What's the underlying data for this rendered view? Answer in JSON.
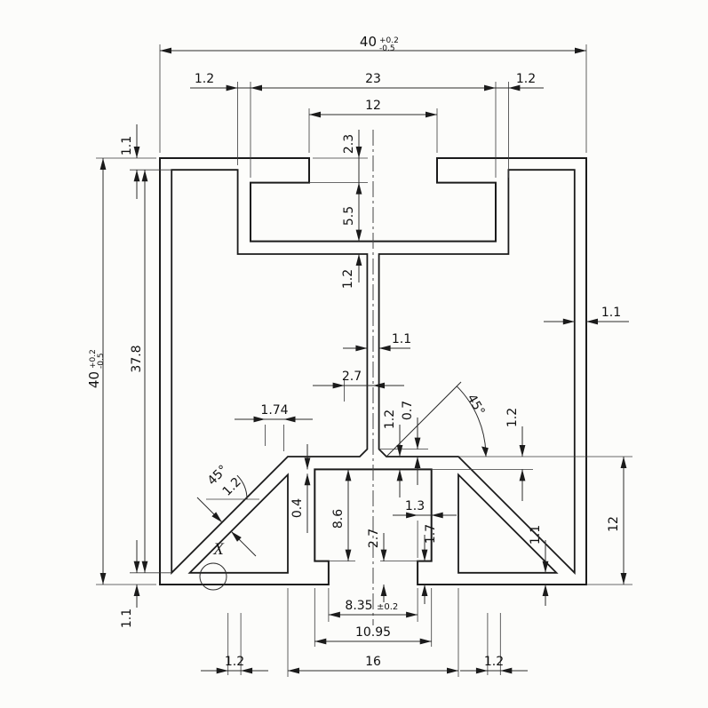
{
  "dims": {
    "top_width": "40",
    "top_width_tol_plus": "+0.2",
    "top_width_tol_minus": "-0.5",
    "left_height": "40",
    "left_height_tol_plus": "+0.2",
    "left_height_tol_minus": "-0.5",
    "top_wall_left": "1.2",
    "top_cavity_width": "23",
    "top_wall_right": "1.2",
    "top_slot_opening": "12",
    "top_lip_depth": "2.3",
    "top_cavity_depth": "5.5",
    "top_floor_thickness": "1.2",
    "top_flange_thickness": "1.1",
    "inner_height": "37.8",
    "right_wall_thickness": "1.1",
    "web_thickness": "1.1",
    "web_offset": "2.7",
    "rib_offset": "1.74",
    "angle_left": "45°",
    "rib_thickness": "1.2",
    "angle_right": "45°",
    "chamfer": "0.7",
    "plate_thickness_left": "1.2",
    "plate_thickness_right": "1.2",
    "channel_step": "0.4",
    "channel_cavity_height": "8.6",
    "channel_lip_total": "2.7",
    "channel_lip_width": "1.3",
    "channel_lip_height": "1.7",
    "bottom_wall_right": "1.1",
    "channel_height": "12",
    "bottom_wall_left": "1.1",
    "channel_opening": "8.35",
    "channel_opening_tol": "±0.2",
    "channel_cavity_width": "10.95",
    "channel_outer_width": "16",
    "bottom_left": "1.2",
    "bottom_right": "1.2",
    "detail_label": "X"
  }
}
